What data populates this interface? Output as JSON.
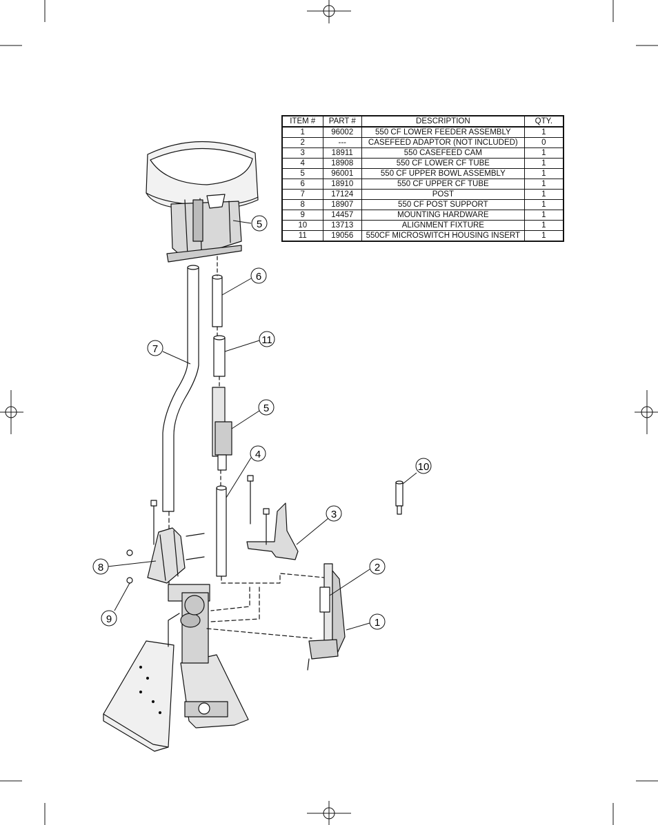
{
  "table": {
    "headers": [
      "ITEM #",
      "PART #",
      "DESCRIPTION",
      "QTY."
    ],
    "rows": [
      [
        "1",
        "96002",
        "550 CF LOWER FEEDER ASSEMBLY",
        "1"
      ],
      [
        "2",
        "---",
        "CASEFEED ADAPTOR (NOT INCLUDED)",
        "0"
      ],
      [
        "3",
        "18911",
        "550 CASEFEED CAM",
        "1"
      ],
      [
        "4",
        "18908",
        "550 CF LOWER CF TUBE",
        "1"
      ],
      [
        "5",
        "96001",
        "550 CF UPPER BOWL ASSEMBLY",
        "1"
      ],
      [
        "6",
        "18910",
        "550 CF UPPER CF TUBE",
        "1"
      ],
      [
        "7",
        "17124",
        "POST",
        "1"
      ],
      [
        "8",
        "18907",
        "550 CF POST SUPPORT",
        "1"
      ],
      [
        "9",
        "14457",
        "MOUNTING HARDWARE",
        "1"
      ],
      [
        "10",
        "13713",
        "ALIGNMENT FIXTURE",
        "1"
      ],
      [
        "11",
        "19056",
        "550CF MICROSWITCH HOUSING INSERT",
        "1"
      ]
    ]
  },
  "callouts": [
    "5",
    "6",
    "11",
    "7",
    "5",
    "4",
    "10",
    "3",
    "2",
    "8",
    "9",
    "1"
  ],
  "colors": {
    "ink": "#111111",
    "shade": "#e6e6e6"
  }
}
